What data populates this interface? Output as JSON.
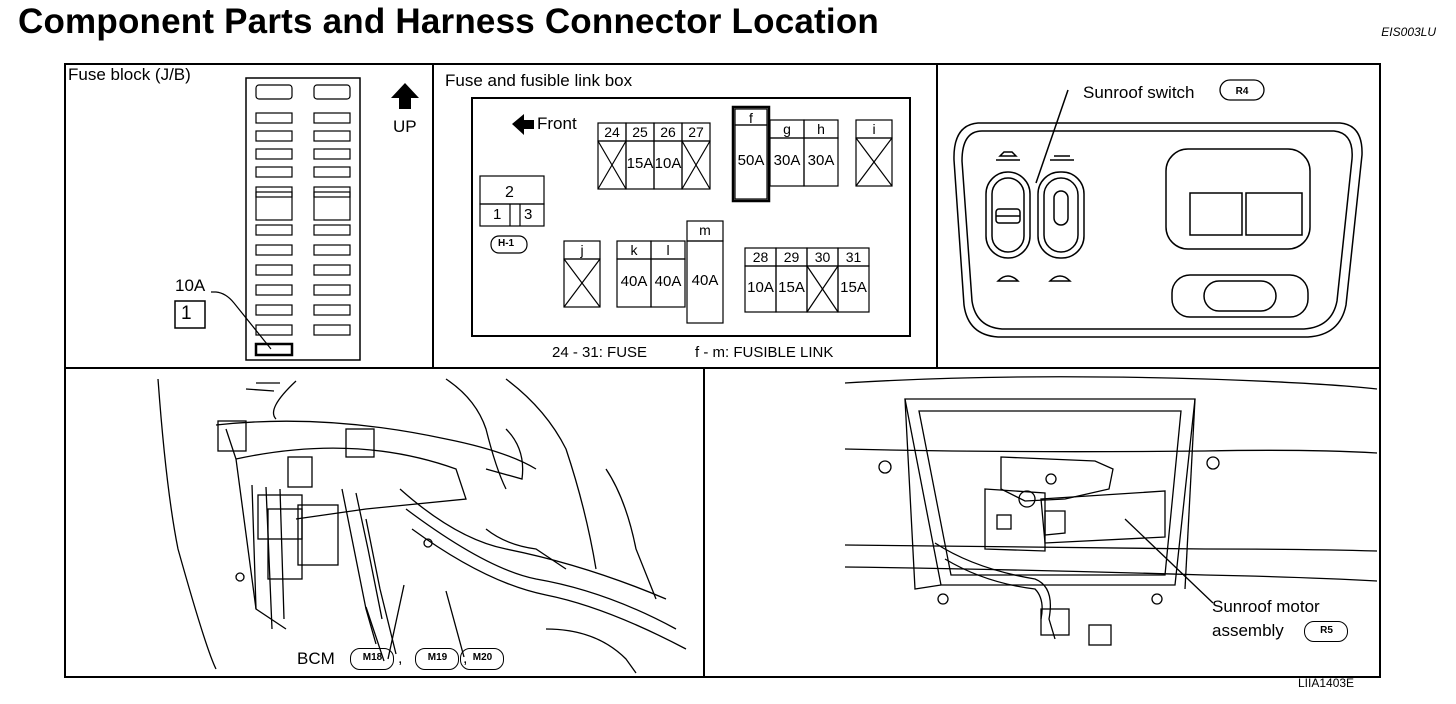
{
  "title": "Component Parts and Harness Connector Location",
  "doc_code": "EIS003LU",
  "figure_code": "LIIA1403E",
  "fuse_block": {
    "label": "Fuse block (J/B)",
    "up_label": "UP",
    "fuse_amp": "10A",
    "fuse_number": "1"
  },
  "fuse_box": {
    "label": "Fuse and fusible link box",
    "front_label": "Front",
    "top_fuses": [
      {
        "num": "24",
        "amp": ""
      },
      {
        "num": "25",
        "amp": "15A"
      },
      {
        "num": "26",
        "amp": "10A"
      },
      {
        "num": "27",
        "amp": ""
      }
    ],
    "links_top": [
      {
        "num": "f",
        "amp": "50A"
      },
      {
        "num": "g",
        "amp": "30A"
      },
      {
        "num": "h",
        "amp": "30A"
      },
      {
        "num": "i",
        "amp": ""
      }
    ],
    "relay": {
      "num": "2",
      "pins": [
        "1",
        "3"
      ],
      "connector": "H-1"
    },
    "links_bottom": [
      {
        "num": "j",
        "amp": ""
      },
      {
        "num": "k",
        "amp": "40A"
      },
      {
        "num": "l",
        "amp": "40A"
      },
      {
        "num": "m",
        "amp": "40A"
      }
    ],
    "bottom_fuses": [
      {
        "num": "28",
        "amp": "10A"
      },
      {
        "num": "29",
        "amp": "15A"
      },
      {
        "num": "30",
        "amp": ""
      },
      {
        "num": "31",
        "amp": "15A"
      }
    ],
    "legend_fuse": "24 - 31: FUSE",
    "legend_link": "f - m: FUSIBLE LINK"
  },
  "sunroof_switch": {
    "label": "Sunroof switch",
    "connector": "R4"
  },
  "bcm": {
    "label": "BCM",
    "connectors": [
      "M18",
      "M19",
      "M20"
    ],
    "separator": ","
  },
  "motor": {
    "label_line1": "Sunroof motor",
    "label_line2": "assembly",
    "connector": "R5"
  }
}
